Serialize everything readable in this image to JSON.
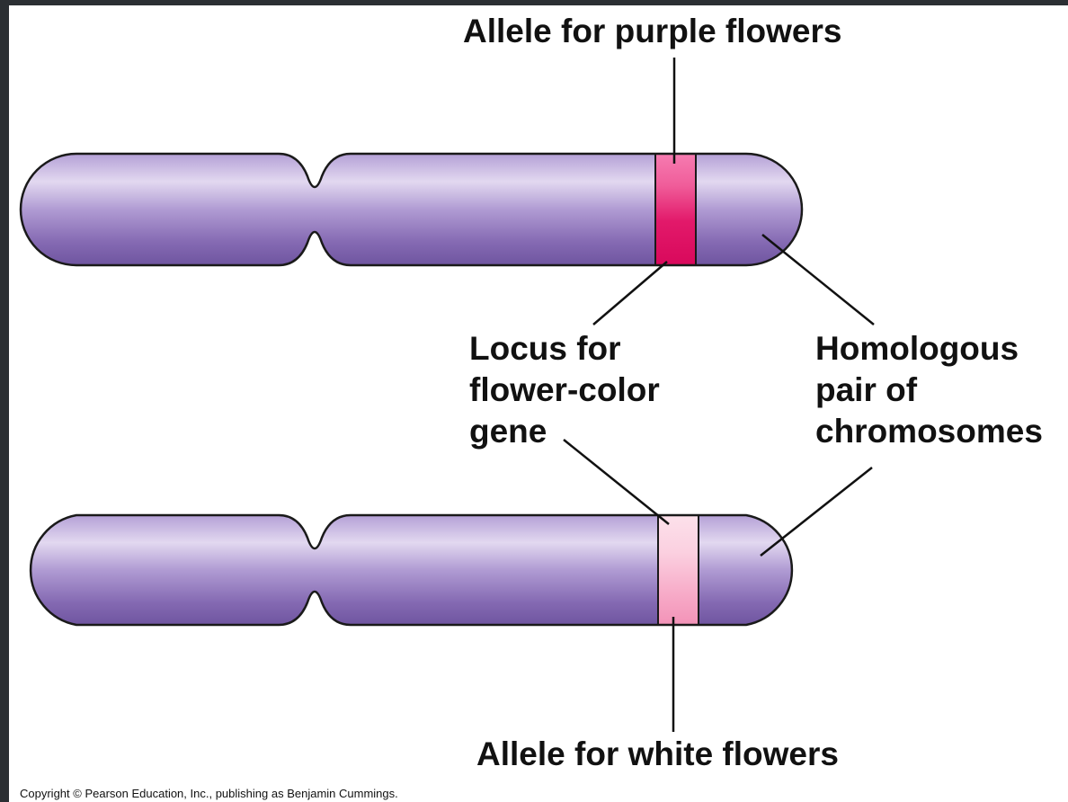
{
  "labels": {
    "allele_purple": "Allele for purple flowers",
    "locus_line1": "Locus for",
    "locus_line2": "flower-color",
    "locus_line3": "gene",
    "homologous_line1": "Homologous",
    "homologous_line2": "pair of",
    "homologous_line3": "chromosomes",
    "allele_white": "Allele for white flowers"
  },
  "copyright": "Copyright © Pearson Education, Inc., publishing as Benjamin Cummings.",
  "colors": {
    "chromosome_light": "#d8cbe8",
    "chromosome_mid": "#a58dca",
    "chromosome_dark": "#7d63ad",
    "purple_allele_light": "#f36aa5",
    "purple_allele_dark": "#e0105e",
    "white_allele_light": "#fcd9e6",
    "white_allele_dark": "#f5a0c0",
    "leader_line": "#111111"
  }
}
